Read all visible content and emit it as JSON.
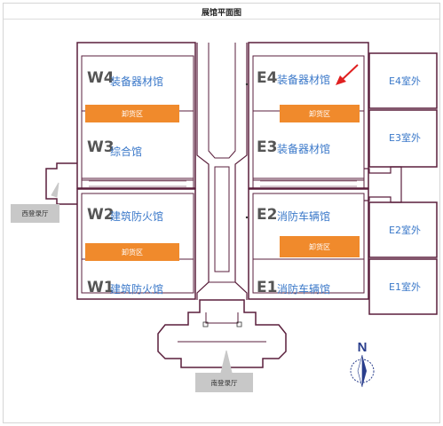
{
  "title": "展馆平面图",
  "halls": {
    "w4": {
      "code": "W4",
      "name": "装备器材馆"
    },
    "w3": {
      "code": "W3",
      "name": "综合馆"
    },
    "w2": {
      "code": "W2",
      "name": "建筑防火馆"
    },
    "w1": {
      "code": "W1",
      "name": "建筑防火馆"
    },
    "e4": {
      "code": "E4",
      "name": "装备器材馆"
    },
    "e3": {
      "code": "E3",
      "name": "装备器材馆"
    },
    "e2": {
      "code": "E2",
      "name": "消防车辆馆"
    },
    "e1": {
      "code": "E1",
      "name": "消防车辆馆"
    }
  },
  "outdoor": {
    "e4": "E4室外",
    "e3": "E3室外",
    "e2": "E2室外",
    "e1": "E1室外"
  },
  "unloading": {
    "w_upper": "卸货区",
    "w_lower": "卸货区",
    "e_upper": "卸货区",
    "e_lower": "卸货区"
  },
  "lobbies": {
    "west": "西登录厅",
    "south": "南登录厅"
  },
  "compass": {
    "letter": "N"
  },
  "colors": {
    "wall": "#5a1f3c",
    "hall_name": "#3a78c9",
    "unloading": "#f08a2c",
    "lobby": "#c8c8c8",
    "marker": "#e02020",
    "compass": "#2a3e8c"
  }
}
